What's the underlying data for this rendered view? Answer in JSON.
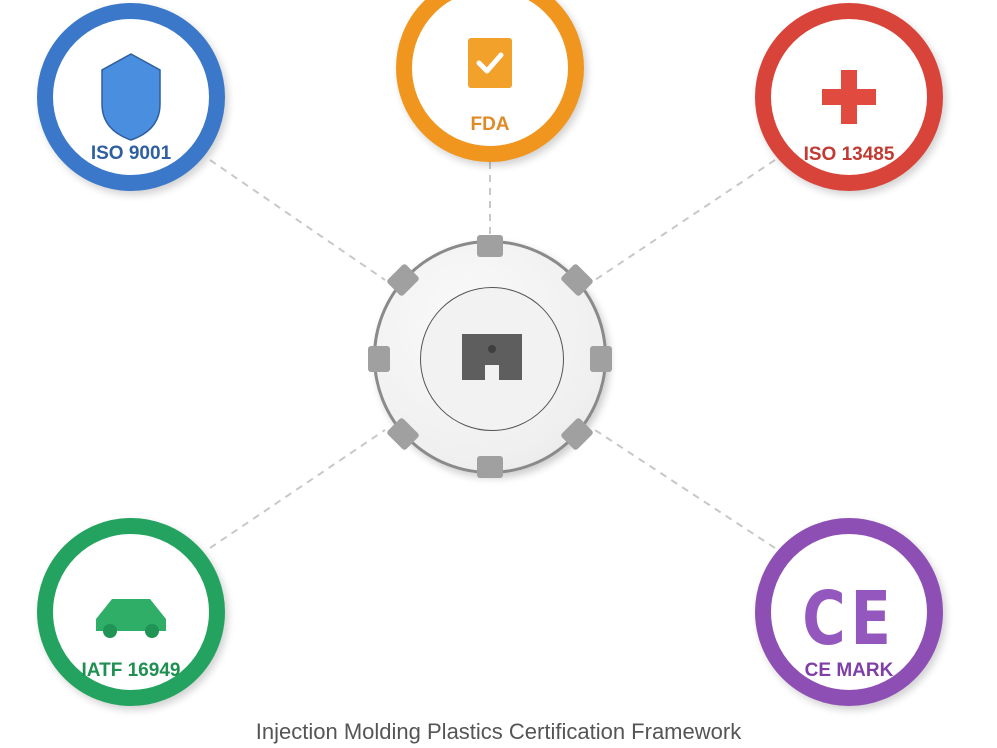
{
  "diagram": {
    "title": "Injection Molding Plastics Certification Framework",
    "hub": {
      "icon": "mold-icon"
    },
    "nodes": [
      {
        "id": "iso9001",
        "label": "ISO 9001",
        "icon": "shield-icon",
        "color": "#3b78c9"
      },
      {
        "id": "fda",
        "label": "FDA",
        "icon": "checkbox-icon",
        "color": "#f0961f"
      },
      {
        "id": "iso13485",
        "label": "ISO 13485",
        "icon": "medical-cross-icon",
        "color": "#d9443a"
      },
      {
        "id": "iatf16949",
        "label": "IATF 16949",
        "icon": "car-icon",
        "color": "#23a35f"
      },
      {
        "id": "cemark",
        "label": "CE MARK",
        "icon": "ce-icon",
        "color": "#8e4fb5",
        "icon_text": "CE"
      }
    ]
  }
}
